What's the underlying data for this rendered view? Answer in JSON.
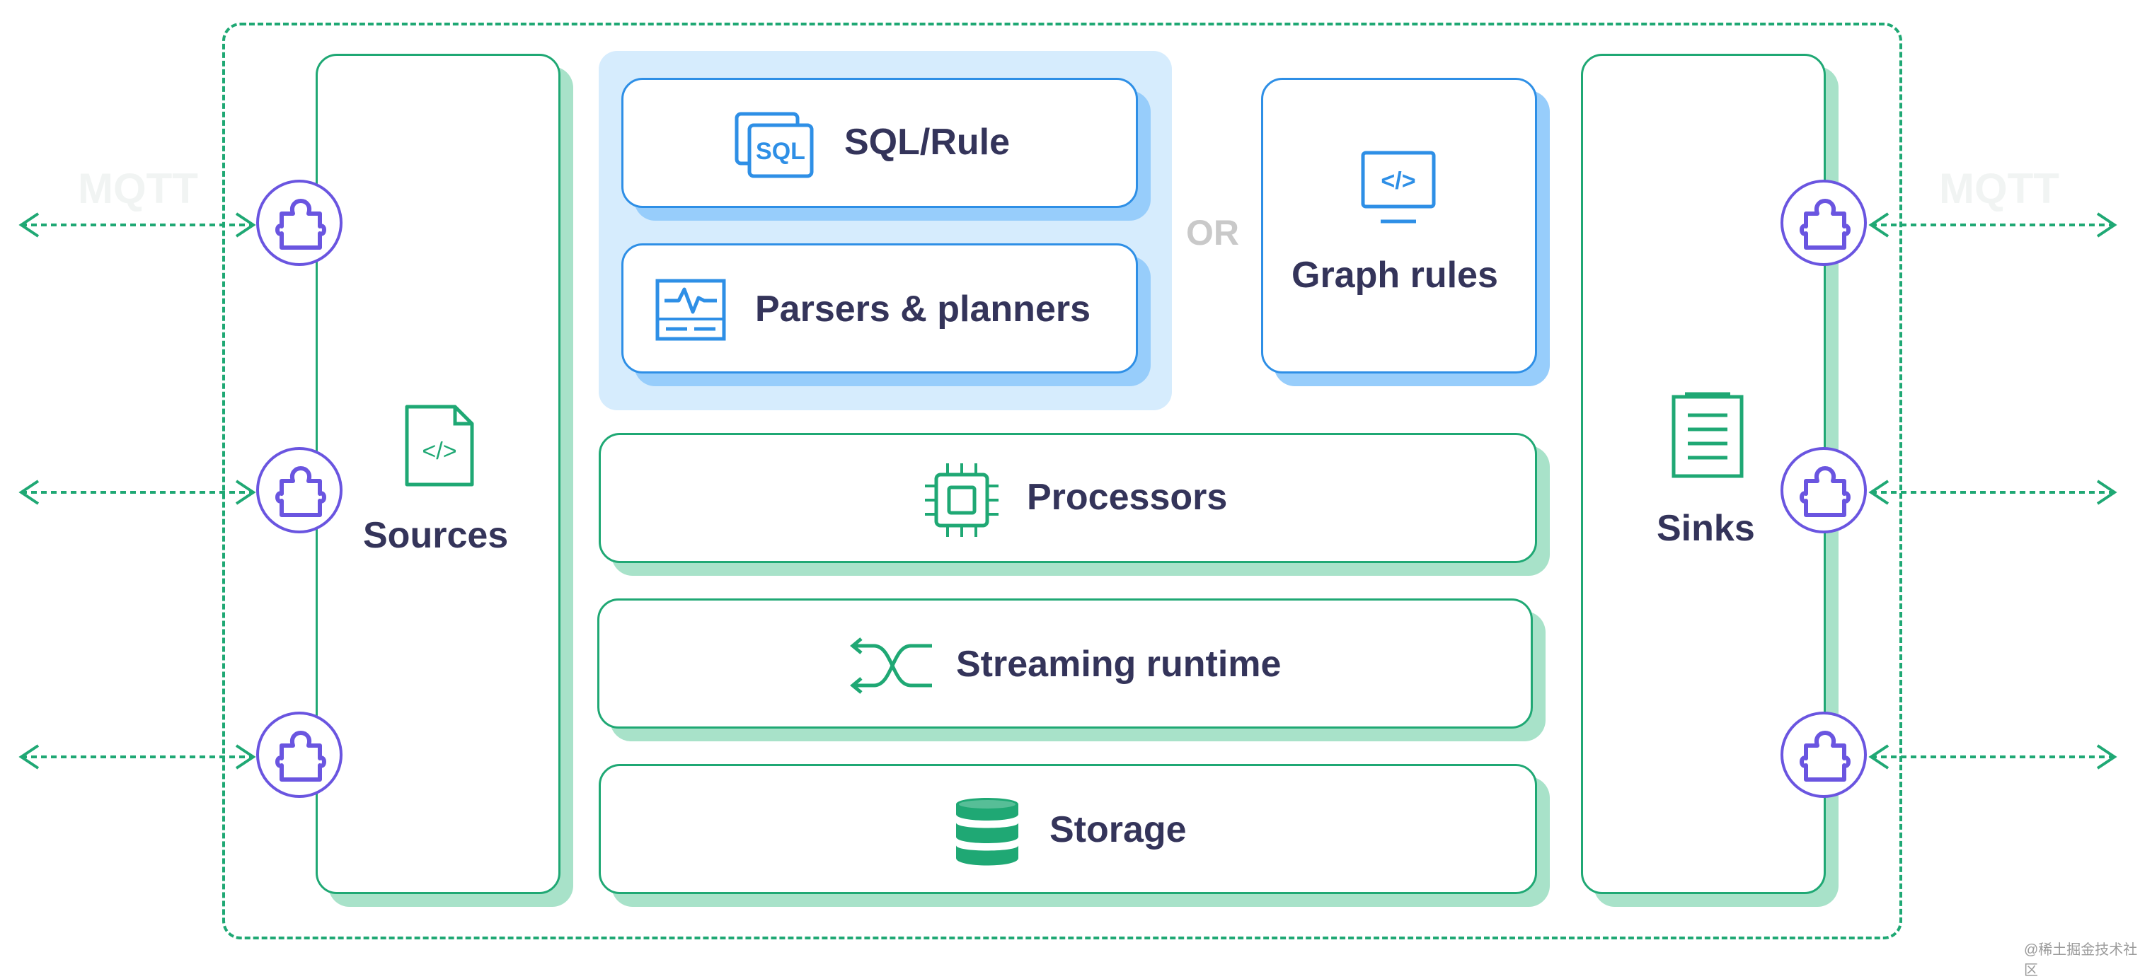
{
  "diagram": {
    "sources_label": "Sources",
    "sinks_label": "Sinks",
    "sql_rule_label": "SQL/Rule",
    "sql_icon_text": "SQL",
    "parsers_label": "Parsers & planners",
    "or_label": "OR",
    "graph_rules_label": "Graph rules",
    "processors_label": "Processors",
    "streaming_label": "Streaming runtime",
    "storage_label": "Storage",
    "watermark": "@稀土掘金技术社区"
  },
  "colors": {
    "green": "#1fa874",
    "green_shadow": "#a8e2c9",
    "blue": "#2e8fe6",
    "blue_shadow": "#97cdfb",
    "panel": "#d6ecfd",
    "plugin": "#6a55e0",
    "text": "#34345a"
  },
  "icons": [
    "plugin-puzzle-icon",
    "code-file-icon",
    "document-list-icon",
    "sql-icon",
    "monitor-wave-icon",
    "monitor-code-icon",
    "chip-icon",
    "shuffle-icon",
    "database-icon",
    "bidirectional-arrow-icon"
  ]
}
